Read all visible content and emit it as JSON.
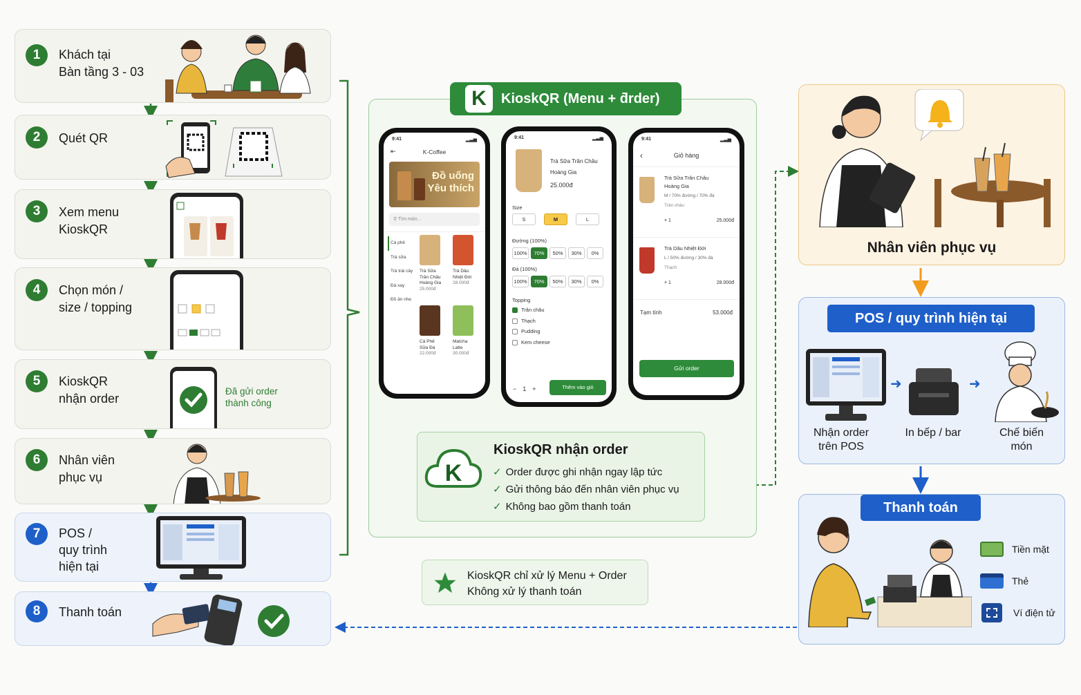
{
  "colors": {
    "green": "#2e7d32",
    "blue": "#1e5fc9",
    "orange": "#f29b1d"
  },
  "steps": [
    {
      "num": "1",
      "text": [
        "Khách tại",
        "Bàn tầng 3 - 03"
      ]
    },
    {
      "num": "2",
      "text": [
        "Quét QR"
      ]
    },
    {
      "num": "3",
      "text": [
        "Xem menu",
        "KioskQR"
      ]
    },
    {
      "num": "4",
      "text": [
        "Chọn món /",
        "size / topping"
      ]
    },
    {
      "num": "5",
      "text": [
        "KioskQR",
        "nhận order"
      ],
      "confirm": [
        "Đã gửi order",
        "thành công"
      ]
    },
    {
      "num": "6",
      "text": [
        "Nhân viên",
        "phục vụ"
      ]
    },
    {
      "num": "7",
      "text": [
        "POS /",
        "quy trình",
        "hiện tại"
      ]
    },
    {
      "num": "8",
      "text": [
        "Thanh toán"
      ]
    }
  ],
  "center": {
    "title": "KioskQR (Menu + ƌrder)",
    "logo": "K",
    "phone1": {
      "time": "9:41",
      "shop": "K-Coffee",
      "banner": [
        "Đồ uống",
        "Yêu thích"
      ],
      "search": "Tìm món...",
      "cats": [
        "Cà phê",
        "Trà sữa",
        "Trà trái cây",
        "Đá xay",
        "Đồ ăn nhẹ"
      ],
      "items": [
        {
          "name": [
            "Trà Sữa",
            "Trân Châu",
            "Hoàng Gia"
          ],
          "price": "25.000đ"
        },
        {
          "name": [
            "Trà Dâu",
            "Nhiệt Đới"
          ],
          "price": "28.000đ"
        },
        {
          "name": [
            "Cà Phê",
            "Sữa Đá"
          ],
          "price": "22.000đ"
        },
        {
          "name": [
            "Matcha",
            "Latte"
          ],
          "price": "30.000đ"
        }
      ]
    },
    "phone2": {
      "time": "9:41",
      "name": [
        "Trà Sữa Trân Châu",
        "Hoàng Gia"
      ],
      "price": "25.000đ",
      "size_label": "Size",
      "sizes": [
        "S",
        "M",
        "L"
      ],
      "sugar_label": "Đường (100%)",
      "sugar": [
        "100%",
        "70%",
        "50%",
        "30%",
        "0%"
      ],
      "ice_label": "Đá (100%)",
      "ice": [
        "100%",
        "70%",
        "50%",
        "30%",
        "0%"
      ],
      "topping_label": "Topping",
      "toppings": [
        "Trân châu",
        "Thạch",
        "Pudding",
        "Kem cheese"
      ],
      "qty": "1",
      "minus": "−",
      "plus": "+",
      "add_btn": "Thêm vào giỏ"
    },
    "phone3": {
      "time": "9:41",
      "title": "Giỏ hàng",
      "back": "‹",
      "items": [
        {
          "name": [
            "Trà Sữa Trân Châu",
            "Hoàng Gia"
          ],
          "opt": "M / 70% đường / 70% đá",
          "top": "Trân châu",
          "qty": "× 1",
          "price": "25.000đ"
        },
        {
          "name": [
            "Trà Dâu Nhiệt Đới"
          ],
          "opt": "L / 50% đường / 30% đá",
          "top": "Thạch",
          "qty": "× 1",
          "price": "28.000đ"
        }
      ],
      "subtotal_label": "Tạm tính",
      "subtotal": "53.000đ",
      "send_btn": "Gửi order"
    },
    "receive": {
      "title": "KioskQR nhận order",
      "items": [
        "Order được ghi nhận ngay lập tức",
        "Gửi thông báo đến nhân viên phục vụ",
        "Không bao gồm thanh toán"
      ]
    },
    "note": [
      "KioskQR chỉ xử lý Menu + Order",
      "Không xử lý thanh toán"
    ]
  },
  "right": {
    "staff_label": "Nhân viên phục vụ",
    "pos_title": "POS / quy trình hiện tại",
    "pos_steps": [
      [
        "Nhận order",
        "trên POS"
      ],
      [
        "In bếp / bar"
      ],
      [
        "Chế biến",
        "món"
      ]
    ],
    "pay_title": "Thanh toán",
    "methods": [
      "Tiền mặt",
      "Thẻ",
      "Ví điện tử"
    ]
  }
}
